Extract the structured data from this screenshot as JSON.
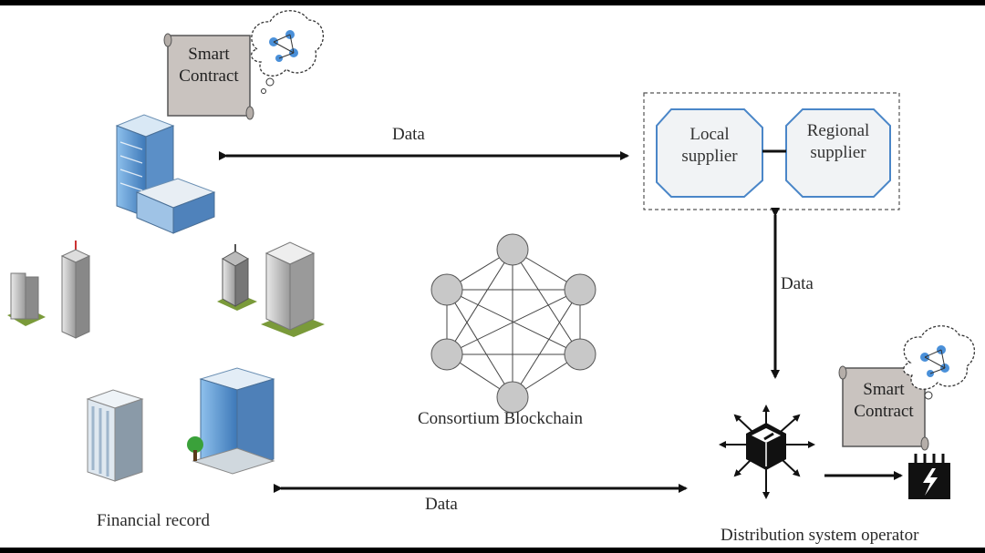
{
  "smart_contract_top": {
    "line1": "Smart",
    "line2": "Contract"
  },
  "smart_contract_bottom": {
    "line1": "Smart",
    "line2": "Contract"
  },
  "suppliers": {
    "local": {
      "line1": "Local",
      "line2": "supplier"
    },
    "regional": {
      "line1": "Regional",
      "line2": "supplier"
    }
  },
  "arrows": {
    "top_label": "Data",
    "right_label": "Data",
    "bottom_label": "Data"
  },
  "blockchain_label": "Consortium Blockchain",
  "financial_label": "Financial record",
  "dso_label": "Distribution system operator",
  "colors": {
    "scroll_fill": "#c9c3bf",
    "building_blue": "#6fa8dc",
    "node_fill": "#c8c8c8",
    "supplier_border": "#4a86c8",
    "supplier_fill": "#f1f3f5"
  }
}
